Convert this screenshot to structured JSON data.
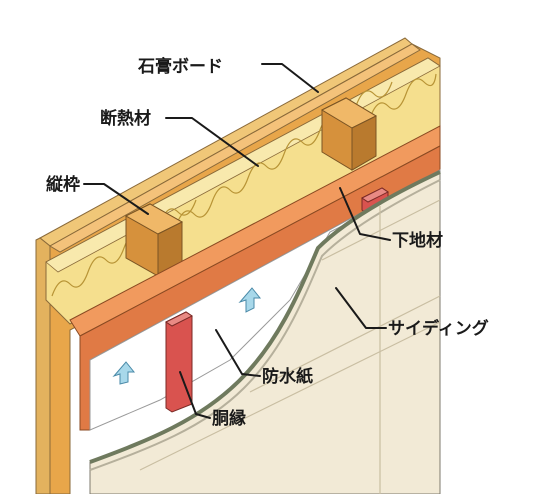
{
  "labels": {
    "gypsum_board": "石膏ボード",
    "insulation": "断熱材",
    "stud": "縦枠",
    "sheathing": "下地材",
    "siding": "サイディング",
    "waterproof_paper": "防水紙",
    "furring_strip": "胴縁"
  },
  "colors": {
    "gypsum_board": "#f2d79a",
    "frame_wood": "#e8a64a",
    "insulation": "#f4df92",
    "sheathing": "#e07a45",
    "waterproof_paper": "#ffffff",
    "siding": "#f2ead6",
    "furring_strip": "#d9534f",
    "airflow_arrow": "#a8d8ea"
  },
  "icons": [
    "airflow-arrow-icon"
  ]
}
